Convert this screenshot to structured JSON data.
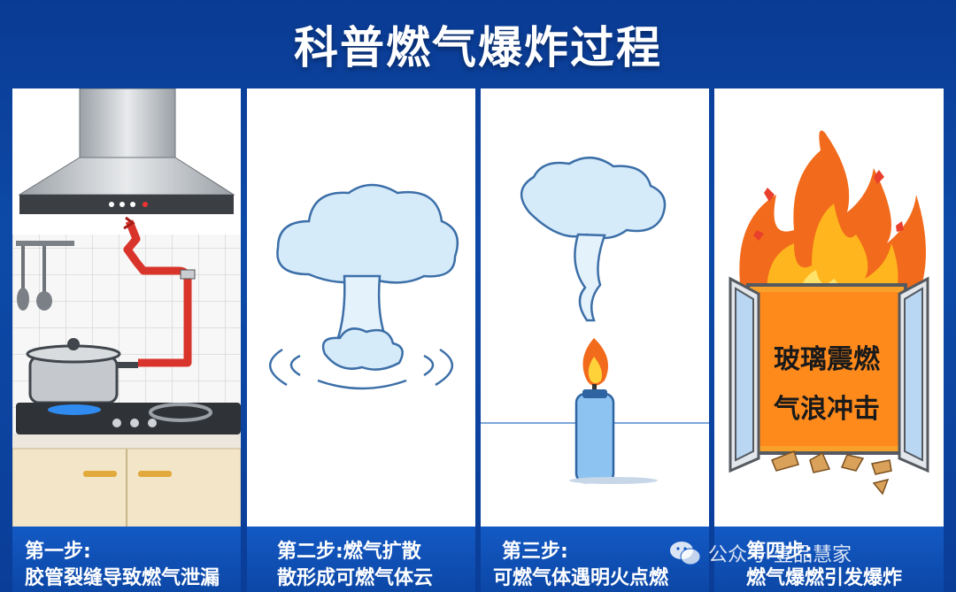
{
  "title": "科普燃气爆炸过程",
  "steps": [
    {
      "label": "第一步:",
      "text": "胶管裂缝导致燃气泄漏"
    },
    {
      "label": "第二步:燃气扩散",
      "text": "散形成可燃气体云"
    },
    {
      "label": "第三步:",
      "text": "可燃气体遇明火点燃"
    },
    {
      "label": "第四步:",
      "text": "燃气爆燃引发爆炸"
    }
  ],
  "explosion_text": {
    "line1": "玻璃震燃",
    "line2": "气浪冲击"
  },
  "watermark": {
    "prefix": "公众号",
    "name": "壹品慧家"
  },
  "colors": {
    "background": "#0b3f9a",
    "caption": "#1359c4",
    "pipe": "#d9342b",
    "flame": "#f26a1b",
    "gas": "#d6ebfa"
  }
}
